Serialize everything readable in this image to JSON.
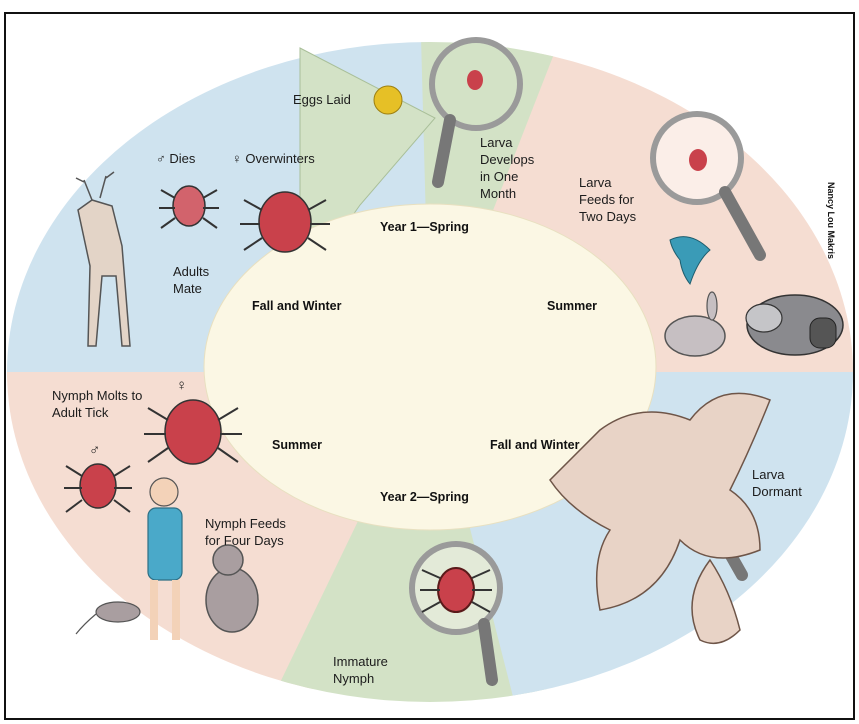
{
  "credit": "Nancy Lou Makris",
  "seasons": {
    "year1_spring": "Year 1—Spring",
    "summer_1": "Summer",
    "fall_winter_1": "Fall and Winter",
    "year2_spring": "Year 2—Spring",
    "summer_2": "Summer",
    "fall_winter_2": "Fall and Winter"
  },
  "stages": {
    "eggs_laid": "Eggs Laid",
    "larva_develops": [
      "Larva",
      "Develops",
      "in One",
      "Month"
    ],
    "larva_feeds": [
      "Larva",
      "Feeds for",
      "Two Days"
    ],
    "larva_dormant": [
      "Larva",
      "Dormant"
    ],
    "immature_nymph": [
      "Immature",
      "Nymph"
    ],
    "nymph_feeds": [
      "Nymph Feeds",
      "for Four Days"
    ],
    "nymph_molts": [
      "Nymph Molts to",
      "Adult Tick"
    ],
    "adults_mate": [
      "Adults",
      "Mate"
    ],
    "male_dies": "♂ Dies",
    "female_overwinters": "♀ Overwinters",
    "female_symbol": "♀",
    "male_symbol": "♂"
  },
  "colors": {
    "blue_segment": "#cfe3ef",
    "green_segment": "#d3e2c6",
    "pink_segment": "#f5ddd2",
    "center": "#fbf7e4",
    "tick_red": "#c9414b",
    "egg_yellow": "#e6c026"
  }
}
